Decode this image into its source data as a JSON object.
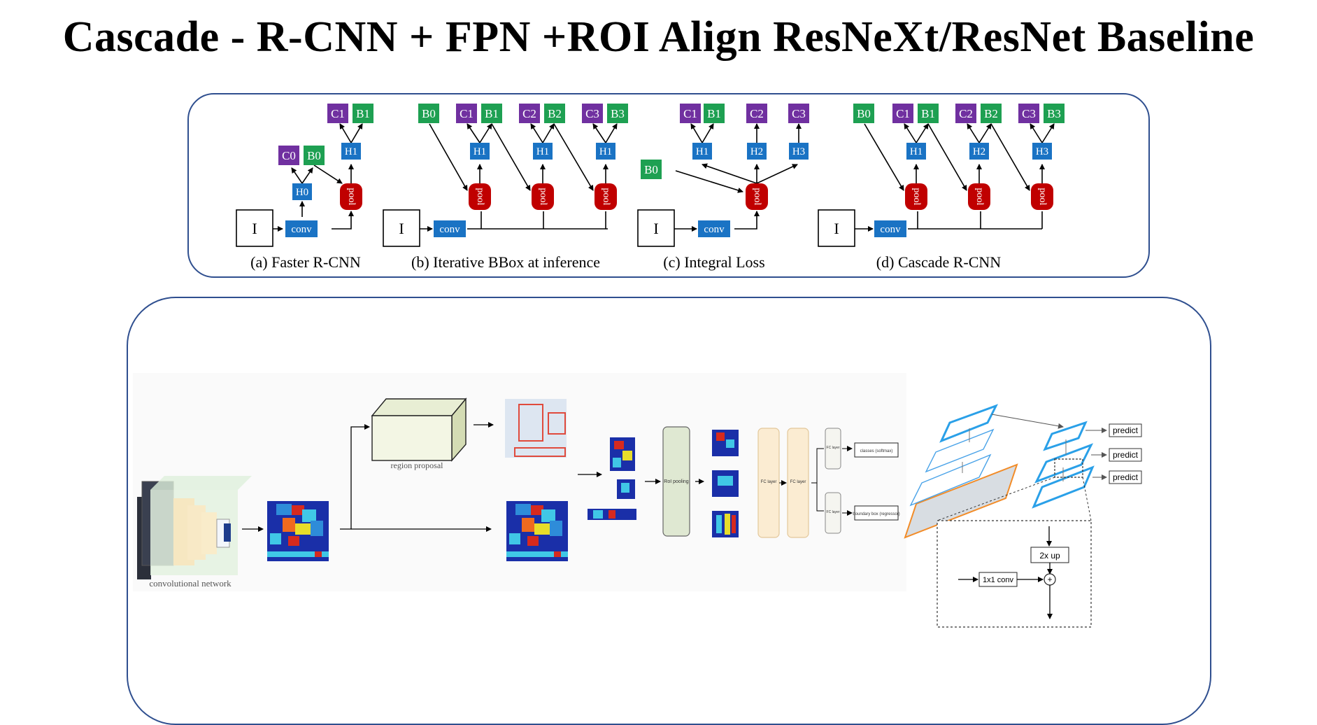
{
  "title": "Cascade - R-CNN + FPN +ROI Align ResNeXt/ResNet Baseline",
  "colors": {
    "classifier": "#7030a0",
    "bbox": "#1ea052",
    "head": "#1a73c4",
    "pool": "#c00000",
    "panel_border": "#2f4f8f"
  },
  "top_diagram": {
    "captions": [
      "(a) Faster R-CNN",
      "(b) Iterative BBox at inference",
      "(c) Integral Loss",
      "(d) Cascade R-CNN"
    ],
    "labels": {
      "image": "I",
      "conv": "conv",
      "pool": "pool",
      "H0": "H0",
      "H1": "H1",
      "H2": "H2",
      "H3": "H3",
      "C0": "C0",
      "C1": "C1",
      "C2": "C2",
      "C3": "C3",
      "B0": "B0",
      "B1": "B1",
      "B2": "B2",
      "B3": "B3"
    }
  },
  "bottom_diagram": {
    "conv_caption": "convolutional network",
    "region_caption": "region proposal",
    "roi_label": "RoI pooling",
    "fc_label": "FC layer",
    "classes_label": "classes (softmax)",
    "bbox_label": "boundary box (regressor)",
    "predict_labels": [
      "predict",
      "predict",
      "predict"
    ],
    "upsample_label": "2x up",
    "conv1x1_label": "1x1 conv",
    "plus_label": "+"
  }
}
